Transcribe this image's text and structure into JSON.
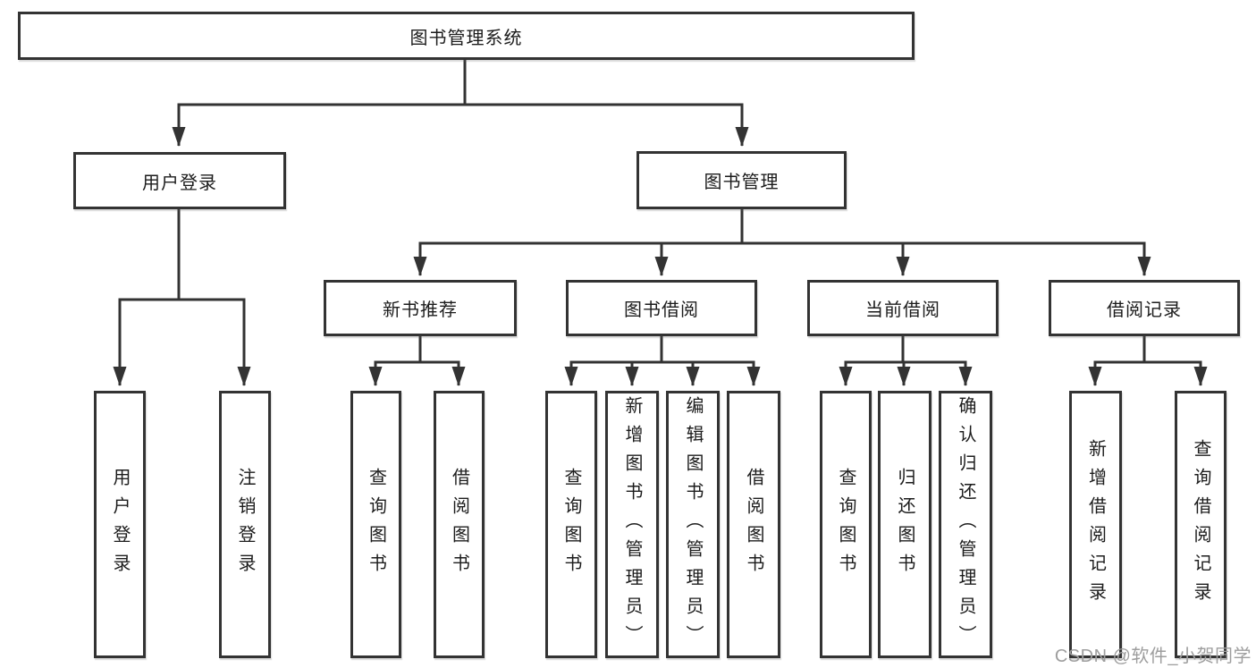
{
  "diagram": {
    "root": {
      "label": "图书管理系统"
    },
    "level2": [
      {
        "label": "用户登录"
      },
      {
        "label": "图书管理"
      }
    ],
    "level3": [
      {
        "label": "新书推荐"
      },
      {
        "label": "图书借阅"
      },
      {
        "label": "当前借阅"
      },
      {
        "label": "借阅记录"
      }
    ],
    "leaves": [
      {
        "label": "用户登录"
      },
      {
        "label": "注销登录"
      },
      {
        "label": "查询图书"
      },
      {
        "label": "借阅图书"
      },
      {
        "label": "查询图书"
      },
      {
        "label": "新增图书（管理员）"
      },
      {
        "label": "编辑图书（管理员）"
      },
      {
        "label": "借阅图书"
      },
      {
        "label": "查询图书"
      },
      {
        "label": "归还图书"
      },
      {
        "label": "确认归还（管理员）"
      },
      {
        "label": "新增借阅记录"
      },
      {
        "label": "查询借阅记录"
      }
    ],
    "watermark": "CSDN @软件_小贺同学",
    "colors": {
      "line": "#333333",
      "text": "#1c1c1c",
      "background": "#ffffff",
      "watermark": "#9e9e9e"
    }
  }
}
